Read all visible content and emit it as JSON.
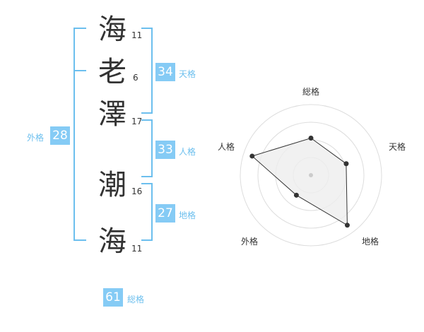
{
  "name": [
    {
      "char": "海",
      "strokes": "11"
    },
    {
      "char": "老",
      "strokes": "6"
    },
    {
      "char": "澤",
      "strokes": "17"
    },
    {
      "char": "潮",
      "strokes": "16"
    },
    {
      "char": "海",
      "strokes": "11"
    }
  ],
  "kakusu": {
    "tenkaku": {
      "value": "34",
      "label": "天格"
    },
    "jinkaku": {
      "value": "33",
      "label": "人格"
    },
    "chikaku": {
      "value": "27",
      "label": "地格"
    },
    "gaikaku": {
      "value": "28",
      "label": "外格"
    },
    "soukaku": {
      "value": "61",
      "label": "総格"
    }
  },
  "radar": {
    "axes": [
      "総格",
      "天格",
      "地格",
      "外格",
      "人格"
    ],
    "levels": 4,
    "values": [
      0.525,
      0.525,
      0.875,
      0.35,
      0.875
    ],
    "colors": {
      "fill": "#eeeeee",
      "line": "#333333",
      "grid": "#dddddd",
      "center": "#cccccc"
    }
  },
  "colors": {
    "accent": "#85cbf5",
    "bracket": "#6cbfee"
  }
}
